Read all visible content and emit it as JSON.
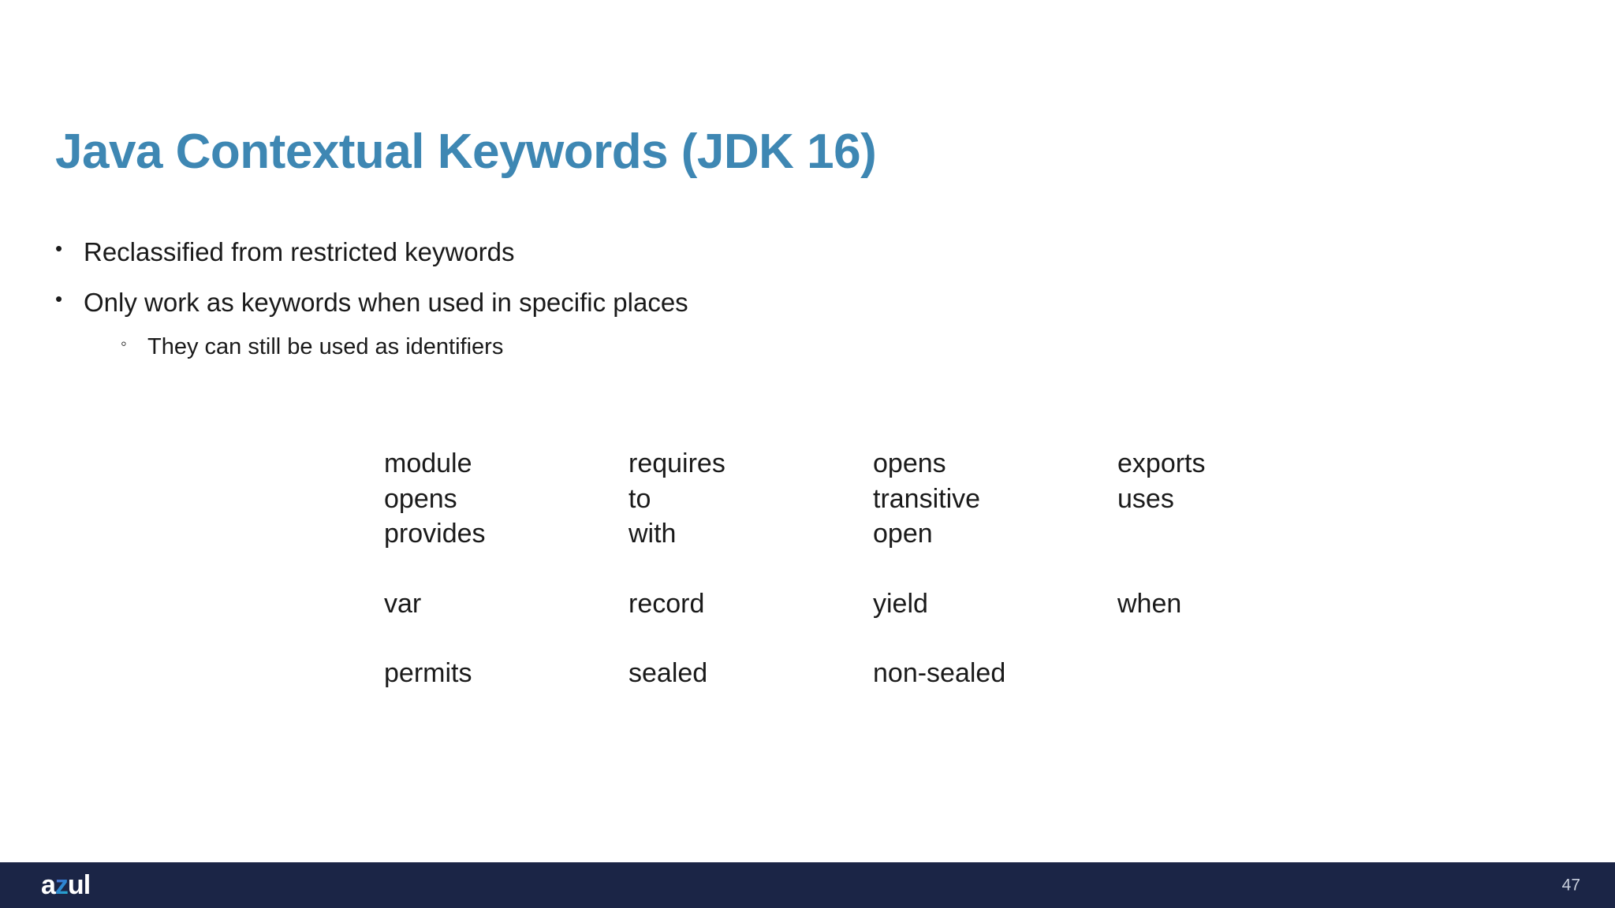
{
  "slide": {
    "title": "Java Contextual Keywords (JDK 16)",
    "title_color": "#3e87b3",
    "background_color": "#ffffff",
    "body_text_color": "#1a1a1a"
  },
  "bullets": [
    {
      "level": 1,
      "marker": "•",
      "text": "Reclassified from restricted keywords"
    },
    {
      "level": 1,
      "marker": "•",
      "text": "Only work as keywords when used in specific places"
    },
    {
      "level": 2,
      "marker": "◦",
      "text": "They can still be used as identifiers"
    }
  ],
  "keyword_groups": [
    {
      "rows": [
        [
          "module",
          "requires",
          "opens",
          "exports"
        ],
        [
          "opens",
          "to",
          "transitive",
          "uses"
        ],
        [
          "provides",
          "with",
          "open",
          ""
        ]
      ]
    },
    {
      "rows": [
        [
          "var",
          "record",
          "yield",
          "when"
        ]
      ]
    },
    {
      "rows": [
        [
          "permits",
          "sealed",
          "non-sealed",
          ""
        ]
      ]
    }
  ],
  "footer": {
    "background_color": "#1b2546",
    "logo": {
      "prefix": "a",
      "accent": "z",
      "suffix": "ul"
    },
    "page_number": "47",
    "page_number_color": "#c9cfdd"
  }
}
